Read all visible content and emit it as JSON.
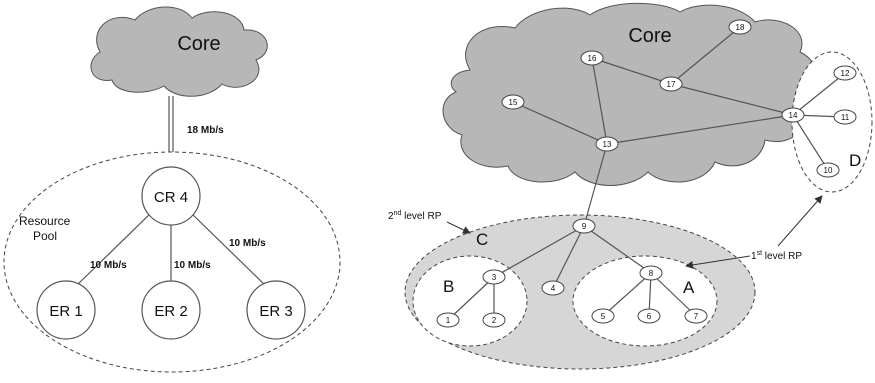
{
  "left": {
    "core_label": "Core",
    "link_core_bandwidth": "18 Mb/s",
    "pool_label_line1": "Resource",
    "pool_label_line2": "Pool",
    "cr_label": "CR 4",
    "er_labels": [
      "ER 1",
      "ER 2",
      "ER 3"
    ],
    "link_labels": [
      "10 Mb/s",
      "10 Mb/s",
      "10 Mb/s"
    ]
  },
  "right": {
    "core_label": "Core",
    "node_labels": [
      "1",
      "2",
      "3",
      "4",
      "5",
      "6",
      "7",
      "8",
      "9",
      "10",
      "11",
      "12",
      "13",
      "14",
      "15",
      "16",
      "17",
      "18"
    ],
    "group_labels": {
      "A": "A",
      "B": "B",
      "C": "C",
      "D": "D"
    },
    "second_level_rp": {
      "prefix": "2",
      "superscript": "nd",
      "suffix": " level RP"
    },
    "first_level_rp": {
      "prefix": "1",
      "superscript": "st",
      "suffix": " level RP"
    }
  }
}
